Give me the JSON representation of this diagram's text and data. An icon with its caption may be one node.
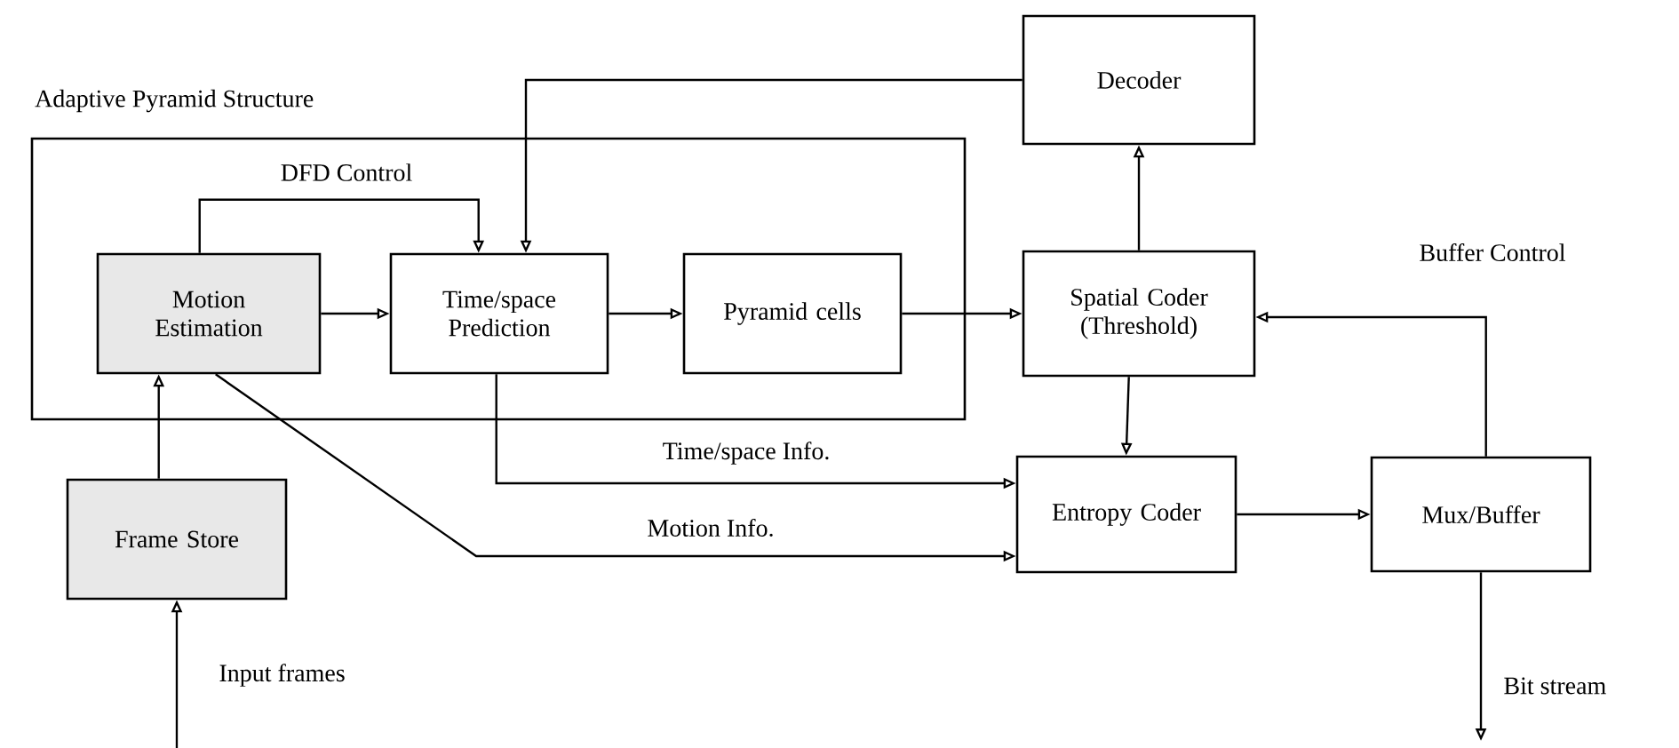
{
  "diagram": {
    "nodes": [
      {
        "text": [
          "Adaptive Pyramid Structure"
        ]
      },
      {
        "text": [
          "Motion Estimation"
        ],
        "in": 0
      },
      {
        "text": [
          "Time/space Prediction"
        ],
        "in": 0
      },
      {
        "text": [
          "Pyramid cells"
        ],
        "in": 0
      },
      {
        "text": [
          "Decoder"
        ]
      },
      {
        "text": [
          "Spatial Coder (Threshold)"
        ]
      },
      {
        "text": [
          "Frame Store"
        ]
      },
      {
        "text": [
          "Entropy Coder"
        ]
      },
      {
        "text": [
          "Mux/Buffer"
        ]
      }
    ],
    "edges": [
      {
        "from": null,
        "to": 6,
        "arrow": "to",
        "label": "Input frames"
      },
      {
        "from": 6,
        "to": 1,
        "arrow": "to"
      },
      {
        "from": 1,
        "to": 2,
        "arrow": "to"
      },
      {
        "from": 1,
        "to": 2,
        "arrow": "to",
        "label": "DFD Control"
      },
      {
        "from": 2,
        "to": 3,
        "arrow": "to"
      },
      {
        "from": 3,
        "to": 5,
        "arrow": "to"
      },
      {
        "from": 5,
        "to": 4,
        "arrow": "to"
      },
      {
        "from": 4,
        "to": 2,
        "arrow": "to"
      },
      {
        "from": 5,
        "to": 7,
        "arrow": "to"
      },
      {
        "from": 2,
        "to": 7,
        "arrow": "to",
        "label": "Time/space Info."
      },
      {
        "from": 1,
        "to": 7,
        "arrow": "to",
        "label": "Motion Info."
      },
      {
        "from": 7,
        "to": 8,
        "arrow": "to"
      },
      {
        "from": 8,
        "to": 5,
        "arrow": "to",
        "label": "Buffer Control"
      },
      {
        "from": 8,
        "to": null,
        "arrow": "to",
        "label": "Bit stream"
      }
    ]
  }
}
